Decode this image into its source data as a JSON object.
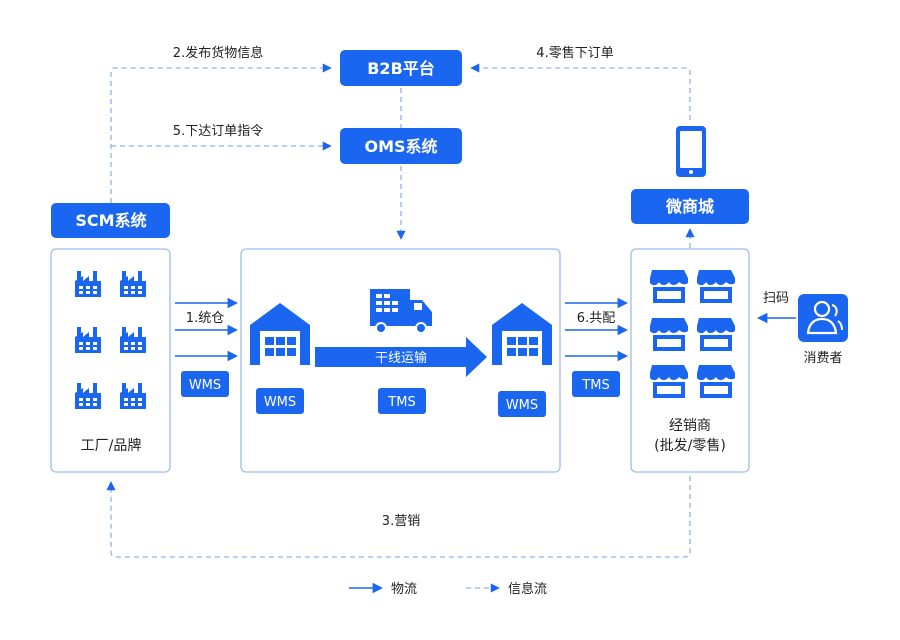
{
  "colors": {
    "primary": "#1a66f0",
    "panel_border": "#9dbdf2",
    "dashed": "#8fb2ea",
    "text": "#222222",
    "white": "#ffffff"
  },
  "flows": {
    "f2": "2.发布货物信息",
    "f4": "4.零售下订单",
    "f5": "5.下达订单指令",
    "f1": "1.统仓",
    "f6": "6.共配",
    "f3": "3.营销",
    "scan": "扫码"
  },
  "systems": {
    "b2b": "B2B平台",
    "oms": "OMS系统",
    "scm": "SCM系统",
    "weishop": "微商城"
  },
  "factory": {
    "label": "工厂/品牌",
    "icon": "factory-icon"
  },
  "warehouse": {
    "trunk": "干线运输",
    "wms_left": "WMS",
    "wms_right": "WMS",
    "tms": "TMS",
    "icons": [
      "warehouse-icon",
      "truck-icon"
    ]
  },
  "wms_between": "WMS",
  "tms_between": "TMS",
  "dealer": {
    "line1": "经销商",
    "line2": "(批发/零售)",
    "icon": "store-icon"
  },
  "consumer": {
    "label": "消费者",
    "icon": "user-icon"
  },
  "phone_icon": "smartphone-icon",
  "legend": {
    "physical": "物流",
    "info": "信息流"
  }
}
